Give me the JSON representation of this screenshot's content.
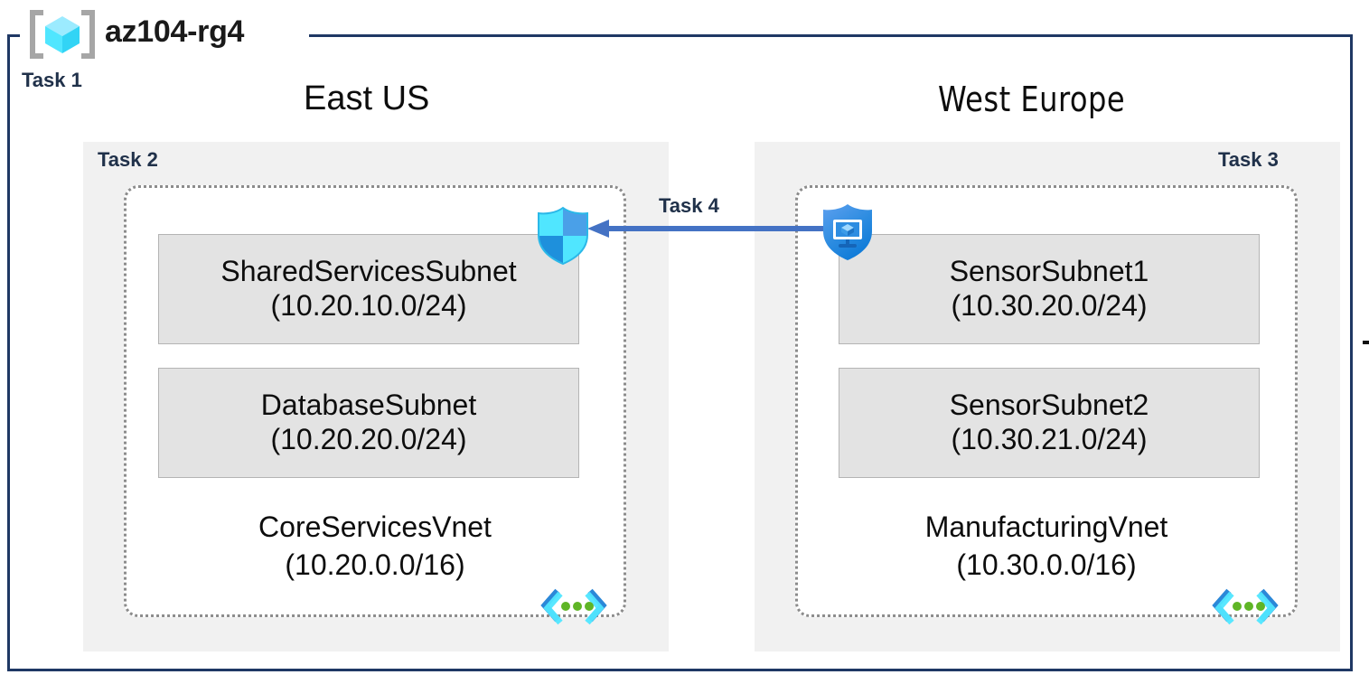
{
  "diagram": {
    "resource_group": {
      "name": "az104-rg4",
      "icon": "resource-group-icon"
    },
    "tasks": {
      "task1": "Task 1",
      "task2": "Task 2",
      "task3": "Task 3",
      "task4": "Task 4"
    },
    "regions": [
      {
        "id": "eastus",
        "title": "East US",
        "task": "Task 2",
        "vnet": {
          "name": "CoreServicesVnet",
          "cidr": "(10.20.0.0/16)",
          "icon": "virtual-network-icon",
          "subnets": [
            {
              "name": "SharedServicesSubnet",
              "cidr": "(10.20.10.0/24)"
            },
            {
              "name": "DatabaseSubnet",
              "cidr": "(10.20.20.0/24)"
            }
          ]
        }
      },
      {
        "id": "westeurope",
        "title": "West Europe",
        "task": "Task 3",
        "vnet": {
          "name": "ManufacturingVnet",
          "cidr": "(10.30.0.0/16)",
          "icon": "virtual-network-icon",
          "subnets": [
            {
              "name": "SensorSubnet1",
              "cidr": "(10.30.20.0/24)"
            },
            {
              "name": "SensorSubnet2",
              "cidr": "(10.30.21.0/24)"
            }
          ]
        }
      }
    ],
    "connection": {
      "label": "Task 4",
      "direction": "right-to-left",
      "source_icon": "protected-vm-shield-icon",
      "target_icon": "network-security-group-shield-icon"
    },
    "colors": {
      "outer_border": "#1F3864",
      "region_panel": "#F1F1F1",
      "subnet_fill": "#E3E3E3",
      "subnet_border": "#B4B4B4",
      "vnet_border": "#8C8C8C",
      "arrow": "#4472C4",
      "task_label": "#20314A",
      "azure_cyan": "#32D4F5",
      "azure_blue": "#0078D4",
      "vnet_dot_green": "#5FB526"
    }
  }
}
